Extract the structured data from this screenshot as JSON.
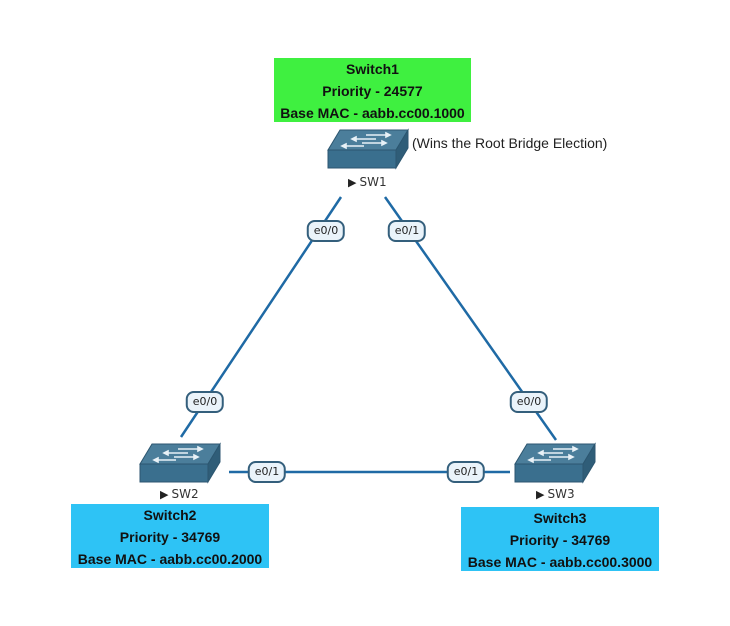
{
  "diagram": {
    "type": "network-topology",
    "topic": "Spanning Tree Root Bridge Election",
    "colors": {
      "link": "#1f6aa5",
      "switch_body": "#3a6f8e",
      "root_box": "#3ff040",
      "other_box": "#2ec3f5"
    },
    "switches": [
      {
        "id": "SW1",
        "label": "SW1",
        "icon": "layer2-switch-icon",
        "info": {
          "name": "Switch1",
          "priority": "Priority - 24577",
          "mac": "Base MAC - aabb.cc00.1000"
        },
        "note": "(Wins the Root Bridge Election)",
        "role": "root"
      },
      {
        "id": "SW2",
        "label": "SW2",
        "icon": "layer2-switch-icon",
        "info": {
          "name": "Switch2",
          "priority": "Priority - 34769",
          "mac": "Base MAC - aabb.cc00.2000"
        },
        "role": "non-root"
      },
      {
        "id": "SW3",
        "label": "SW3",
        "icon": "layer2-switch-icon",
        "info": {
          "name": "Switch3",
          "priority": "Priority - 34769",
          "mac": "Base MAC - aabb.cc00.3000"
        },
        "role": "non-root"
      }
    ],
    "links": [
      {
        "from": "SW1",
        "from_port": "e0/0",
        "to": "SW2",
        "to_port": "e0/0"
      },
      {
        "from": "SW1",
        "from_port": "e0/1",
        "to": "SW3",
        "to_port": "e0/0"
      },
      {
        "from": "SW2",
        "from_port": "e0/1",
        "to": "SW3",
        "to_port": "e0/1"
      }
    ]
  }
}
